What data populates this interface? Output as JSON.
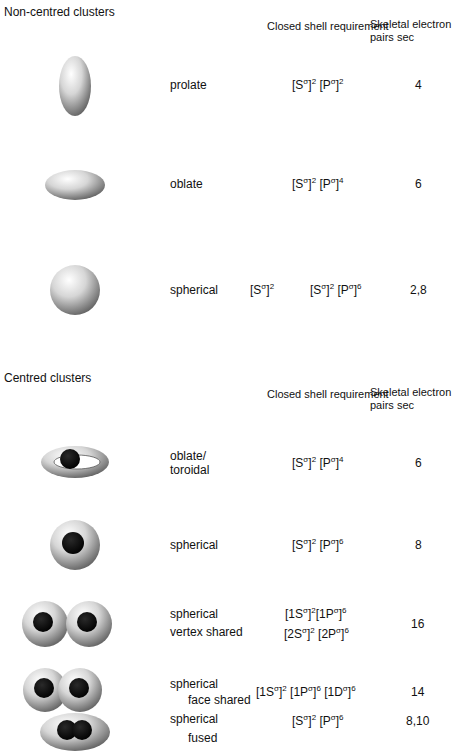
{
  "diagram": {
    "labels": [
      "Non-centred clusters",
      "Closed shell requirement",
      "Skeletal electron pairs sec",
      "prolate",
      "[Sσ]2 [Pσ]2",
      "4",
      "oblate",
      "[Sσ]2 [Pσ]4",
      "6",
      "spherical",
      "[Sσ]2",
      "[Sσ]2 [Pσ]6",
      "2,8",
      "Centred clusters",
      "Closed shell requirement",
      "Skeletal electron pairs sec",
      "oblate/ toroidal",
      "[Sσ]2 [Pσ]4",
      "6",
      "spherical",
      "[Sσ]2 [Pσ]6",
      "8",
      "spherical",
      "vertex shared",
      "[1Sσ]2[1Pσ]6",
      "[2Sσ]2 [2Pσ]6",
      "16",
      "spherical",
      "face shared",
      "[1Sσ]2 [1Pσ]6 [1Dσ]6",
      "14",
      "spherical",
      "fused",
      "[Sσ]2 [Pσ]6",
      "8,10"
    ]
  }
}
